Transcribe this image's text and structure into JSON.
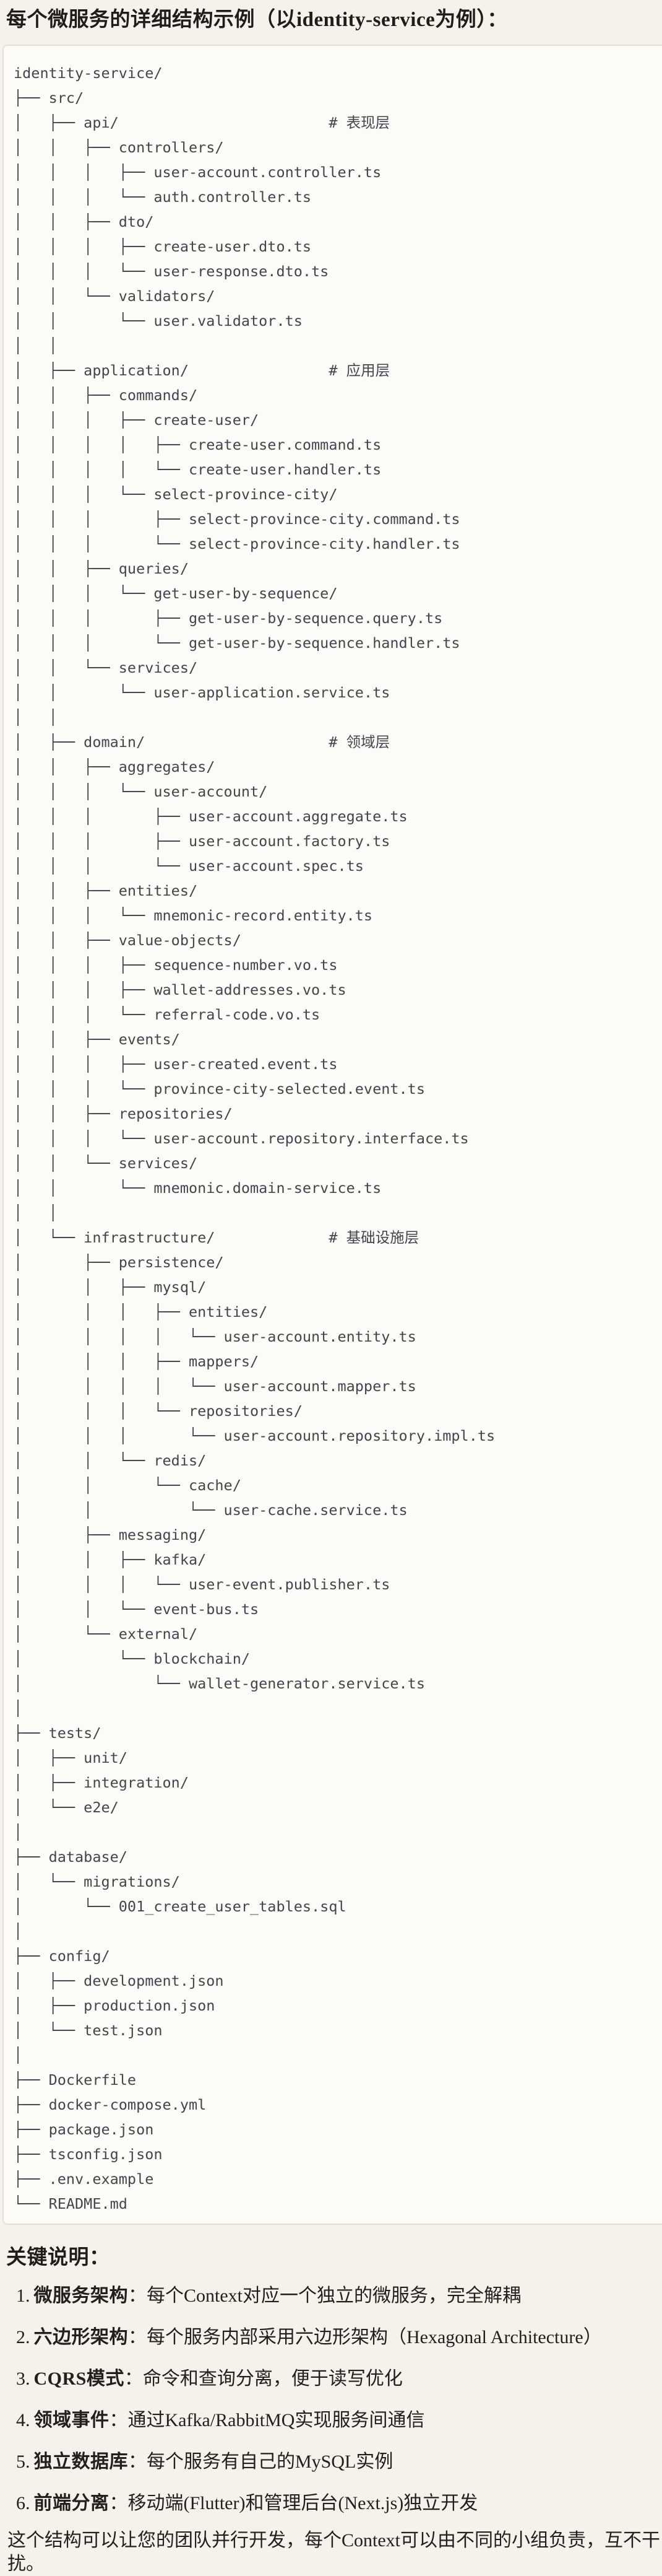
{
  "title": "每个微服务的详细结构示例（以identity-service为例）：",
  "code_block": {
    "language": "plain-text-tree",
    "tree_lines": [
      "identity-service/",
      "├── src/",
      "│   ├── api/                        # 表现层",
      "│   │   ├── controllers/",
      "│   │   │   ├── user-account.controller.ts",
      "│   │   │   └── auth.controller.ts",
      "│   │   ├── dto/",
      "│   │   │   ├── create-user.dto.ts",
      "│   │   │   └── user-response.dto.ts",
      "│   │   └── validators/",
      "│   │       └── user.validator.ts",
      "│   │",
      "│   ├── application/                # 应用层",
      "│   │   ├── commands/",
      "│   │   │   ├── create-user/",
      "│   │   │   │   ├── create-user.command.ts",
      "│   │   │   │   └── create-user.handler.ts",
      "│   │   │   └── select-province-city/",
      "│   │   │       ├── select-province-city.command.ts",
      "│   │   │       └── select-province-city.handler.ts",
      "│   │   ├── queries/",
      "│   │   │   └── get-user-by-sequence/",
      "│   │   │       ├── get-user-by-sequence.query.ts",
      "│   │   │       └── get-user-by-sequence.handler.ts",
      "│   │   └── services/",
      "│   │       └── user-application.service.ts",
      "│   │",
      "│   ├── domain/                     # 领域层",
      "│   │   ├── aggregates/",
      "│   │   │   └── user-account/",
      "│   │   │       ├── user-account.aggregate.ts",
      "│   │   │       ├── user-account.factory.ts",
      "│   │   │       └── user-account.spec.ts",
      "│   │   ├── entities/",
      "│   │   │   └── mnemonic-record.entity.ts",
      "│   │   ├── value-objects/",
      "│   │   │   ├── sequence-number.vo.ts",
      "│   │   │   ├── wallet-addresses.vo.ts",
      "│   │   │   └── referral-code.vo.ts",
      "│   │   ├── events/",
      "│   │   │   ├── user-created.event.ts",
      "│   │   │   └── province-city-selected.event.ts",
      "│   │   ├── repositories/",
      "│   │   │   └── user-account.repository.interface.ts",
      "│   │   └── services/",
      "│   │       └── mnemonic.domain-service.ts",
      "│   │",
      "│   └── infrastructure/             # 基础设施层",
      "│       ├── persistence/",
      "│       │   ├── mysql/",
      "│       │   │   ├── entities/",
      "│       │   │   │   └── user-account.entity.ts",
      "│       │   │   ├── mappers/",
      "│       │   │   │   └── user-account.mapper.ts",
      "│       │   │   └── repositories/",
      "│       │   │       └── user-account.repository.impl.ts",
      "│       │   └── redis/",
      "│       │       └── cache/",
      "│       │           └── user-cache.service.ts",
      "│       ├── messaging/",
      "│       │   ├── kafka/",
      "│       │   │   └── user-event.publisher.ts",
      "│       │   └── event-bus.ts",
      "│       └── external/",
      "│           └── blockchain/",
      "│               └── wallet-generator.service.ts",
      "│",
      "├── tests/",
      "│   ├── unit/",
      "│   ├── integration/",
      "│   └── e2e/",
      "│",
      "├── database/",
      "│   └── migrations/",
      "│       └── 001_create_user_tables.sql",
      "│",
      "├── config/",
      "│   ├── development.json",
      "│   ├── production.json",
      "│   └── test.json",
      "│",
      "├── Dockerfile",
      "├── docker-compose.yml",
      "├── package.json",
      "├── tsconfig.json",
      "├── .env.example",
      "└── README.md"
    ]
  },
  "notes": {
    "heading": "关键说明：",
    "separator": "：",
    "items": [
      {
        "num": "1.",
        "label": "微服务架构",
        "text": "每个Context对应一个独立的微服务，完全解耦"
      },
      {
        "num": "2.",
        "label": "六边形架构",
        "text": "每个服务内部采用六边形架构（Hexagonal Architecture）"
      },
      {
        "num": "3.",
        "label": "CQRS模式",
        "text": "命令和查询分离，便于读写优化"
      },
      {
        "num": "4.",
        "label": "领域事件",
        "text": "通过Kafka/RabbitMQ实现服务间通信"
      },
      {
        "num": "5.",
        "label": "独立数据库",
        "text": "每个服务有自己的MySQL实例"
      },
      {
        "num": "6.",
        "label": "前端分离",
        "text": "移动端(Flutter)和管理后台(Next.js)独立开发"
      }
    ],
    "footer": "这个结构可以让您的团队并行开发，每个Context可以由不同的小组负责，互不干扰。"
  },
  "colors": {
    "page_background": "#F4F2EB",
    "code_background": "#FCFBF8",
    "code_border": "#E1E0D9",
    "code_text": "#41464D",
    "heading_text": "#1E1D1B"
  }
}
